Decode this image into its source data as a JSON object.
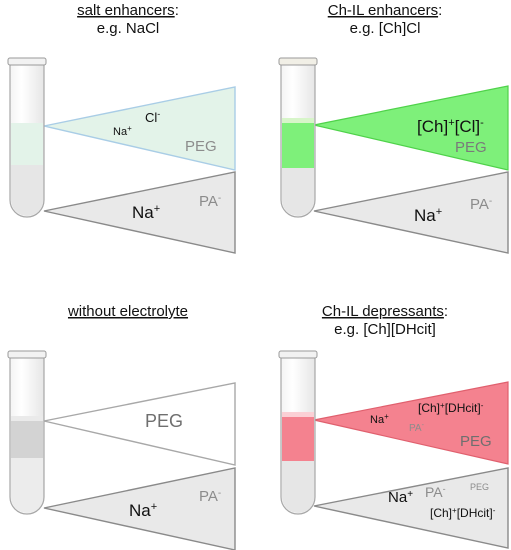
{
  "panels": {
    "top_left": {
      "title": "salt enhancers",
      "title_suffix": ":",
      "subtitle": "e.g. NaCl",
      "upper_phase_labels": [
        "Na",
        "+",
        "Cl",
        "-",
        "PEG"
      ],
      "lower_phase_labels": [
        "Na",
        "+",
        "PA",
        "-"
      ],
      "colors": {
        "upper_phase": "#e3f3e9",
        "upper_outline": "#a9cde6",
        "lower_phase": "#e9e9e9"
      }
    },
    "top_right": {
      "title": "Ch-IL enhancers",
      "title_suffix": ":",
      "subtitle": "e.g. [Ch]Cl",
      "upper_phase_labels": [
        "[Ch]",
        "+",
        "[Cl]",
        "-",
        "PEG"
      ],
      "lower_phase_labels": [
        "Na",
        "+",
        "PA",
        "-"
      ],
      "colors": {
        "upper_phase": "#7ef07a",
        "upper_outline": "#4fd24a",
        "lower_phase": "#e9e9e9"
      }
    },
    "bottom_left": {
      "title": "without electrolyte",
      "upper_phase_labels": [
        "PEG"
      ],
      "lower_phase_labels": [
        "Na",
        "+",
        "PA",
        "-"
      ],
      "colors": {
        "upper_phase": "#ffffff",
        "upper_outline": "#a8a8a8",
        "lower_phase": "#e9e9e9",
        "tube_upper": "#d3d3d3"
      }
    },
    "bottom_right": {
      "title": "Ch-IL depressants",
      "title_suffix": ":",
      "subtitle": "e.g. [Ch][DHcit]",
      "upper_phase_labels": [
        "Na",
        "+",
        "PA",
        "-",
        "[Ch]",
        "+",
        "[DHcit]",
        "-",
        "PEG"
      ],
      "lower_phase_labels": [
        "Na",
        "+",
        "PA",
        "-",
        "PEG",
        "[Ch]",
        "+",
        "[DHcit]",
        "-"
      ],
      "colors": {
        "upper_phase": "#f4828f",
        "upper_outline": "#e0606e",
        "lower_phase": "#e9e9e9"
      }
    }
  }
}
